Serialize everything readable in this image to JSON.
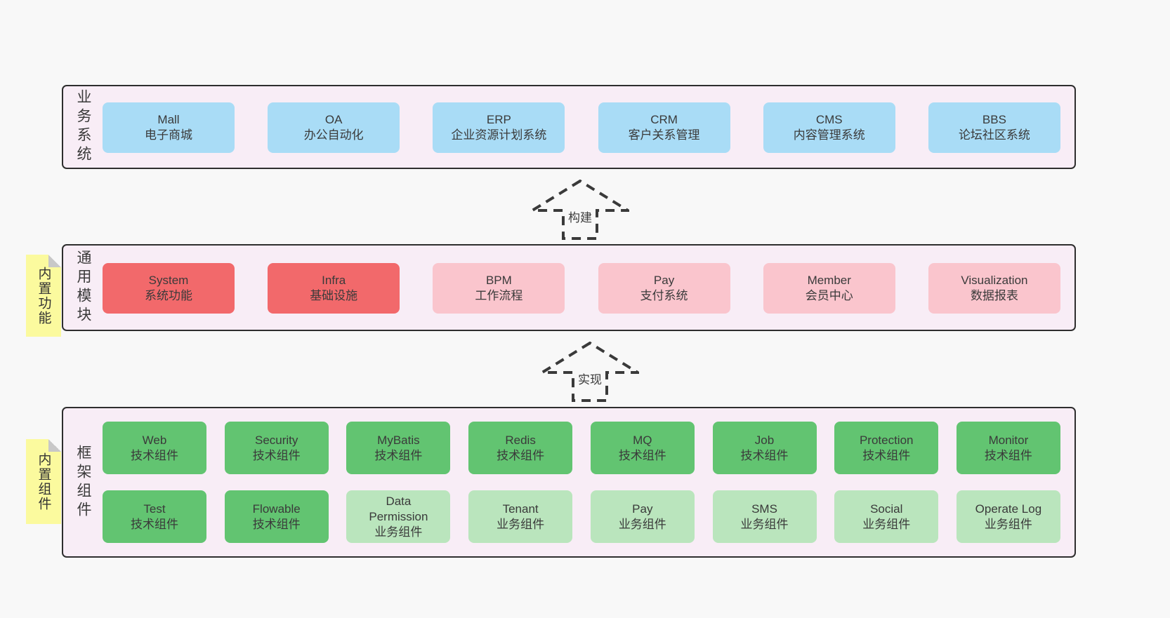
{
  "palette": {
    "page_bg": "#f8f8f8",
    "band_bg": "#f8edf6",
    "band_border": "#2e2e2e",
    "text": "#3a3a3a",
    "blue": "#a9dcf6",
    "red": "#f2696b",
    "pink": "#fac5cd",
    "green": "#62c471",
    "green_light": "#bae5bd",
    "sticky_yellow": "#fbfa9e",
    "sticky_fold": "#c8c8c8",
    "arrow": "#3a3a3a"
  },
  "arrows": [
    {
      "label": "构建"
    },
    {
      "label": "实现"
    }
  ],
  "bands": [
    {
      "label": "业务系统",
      "boxes": [
        {
          "title": "Mall",
          "subtitle": "电子商城",
          "variant": "blue"
        },
        {
          "title": "OA",
          "subtitle": "办公自动化",
          "variant": "blue"
        },
        {
          "title": "ERP",
          "subtitle": "企业资源计划系统",
          "variant": "blue"
        },
        {
          "title": "CRM",
          "subtitle": "客户关系管理",
          "variant": "blue"
        },
        {
          "title": "CMS",
          "subtitle": "内容管理系统",
          "variant": "blue"
        },
        {
          "title": "BBS",
          "subtitle": "论坛社区系统",
          "variant": "blue"
        }
      ]
    },
    {
      "label": "通用模块",
      "sticky": "内置功能",
      "boxes": [
        {
          "title": "System",
          "subtitle": "系统功能",
          "variant": "red"
        },
        {
          "title": "Infra",
          "subtitle": "基础设施",
          "variant": "red"
        },
        {
          "title": "BPM",
          "subtitle": "工作流程",
          "variant": "pink"
        },
        {
          "title": "Pay",
          "subtitle": "支付系统",
          "variant": "pink"
        },
        {
          "title": "Member",
          "subtitle": "会员中心",
          "variant": "pink"
        },
        {
          "title": "Visualization",
          "subtitle": "数据报表",
          "variant": "pink"
        }
      ]
    },
    {
      "label": "框架组件",
      "sticky": "内置组件",
      "rows": [
        [
          {
            "title": "Web",
            "subtitle": "技术组件",
            "variant": "green"
          },
          {
            "title": "Security",
            "subtitle": "技术组件",
            "variant": "green"
          },
          {
            "title": "MyBatis",
            "subtitle": "技术组件",
            "variant": "green"
          },
          {
            "title": "Redis",
            "subtitle": "技术组件",
            "variant": "green"
          },
          {
            "title": "MQ",
            "subtitle": "技术组件",
            "variant": "green"
          },
          {
            "title": "Job",
            "subtitle": "技术组件",
            "variant": "green"
          },
          {
            "title": "Protection",
            "subtitle": "技术组件",
            "variant": "green"
          },
          {
            "title": "Monitor",
            "subtitle": "技术组件",
            "variant": "green"
          }
        ],
        [
          {
            "title": "Test",
            "subtitle": "技术组件",
            "variant": "green"
          },
          {
            "title": "Flowable",
            "subtitle": "技术组件",
            "variant": "green"
          },
          {
            "title": "Data Permission",
            "subtitle": "业务组件",
            "variant": "green_light"
          },
          {
            "title": "Tenant",
            "subtitle": "业务组件",
            "variant": "green_light"
          },
          {
            "title": "Pay",
            "subtitle": "业务组件",
            "variant": "green_light"
          },
          {
            "title": "SMS",
            "subtitle": "业务组件",
            "variant": "green_light"
          },
          {
            "title": "Social",
            "subtitle": "业务组件",
            "variant": "green_light"
          },
          {
            "title": "Operate Log",
            "subtitle": "业务组件",
            "variant": "green_light"
          }
        ]
      ]
    }
  ]
}
